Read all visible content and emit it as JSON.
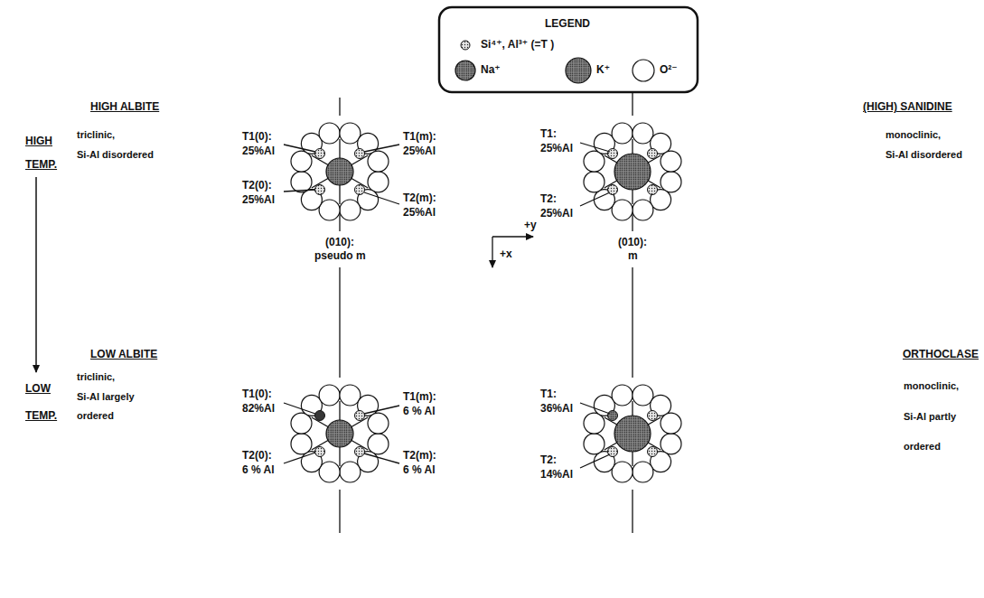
{
  "diagram": {
    "labels": [
      "HIGH ALBITE",
      "HIGH",
      "triclinic,",
      "Si-Al disordered",
      "TEMP.",
      "T1(0):",
      "25%Al",
      "T1(m):",
      "25%Al",
      "T2(0):",
      "25%Al",
      "T2(m):",
      "25%Al",
      "LEGEND",
      "T1:",
      "25%Al",
      "T2:",
      "25%Al",
      "(HIGH) SANIDINE",
      "monoclinic,",
      "Si-Al disordered",
      "(010):",
      "pseudo m",
      "+y",
      "+x",
      "(010):",
      "m",
      "LOW ALBITE",
      "LOW",
      "triclinic,",
      "Si-Al largely",
      "TEMP.",
      "ordered",
      "T1(0):",
      "82%Al",
      "T1(m):",
      "6 % Al",
      "T2(0):",
      "6 % Al",
      "T2(m):",
      "6 % Al",
      "T1:",
      "36%Al",
      "T2:",
      "14%Al",
      "ORTHOCLASE",
      "monoclinic,",
      "Si-Al partly",
      "ordered"
    ],
    "legend": [
      {
        "text": "Si⁴⁺, Al³⁺ (=T )"
      },
      {
        "text": "Na⁺"
      },
      {
        "text": "K⁺"
      },
      {
        "text": "O²⁻"
      }
    ]
  }
}
